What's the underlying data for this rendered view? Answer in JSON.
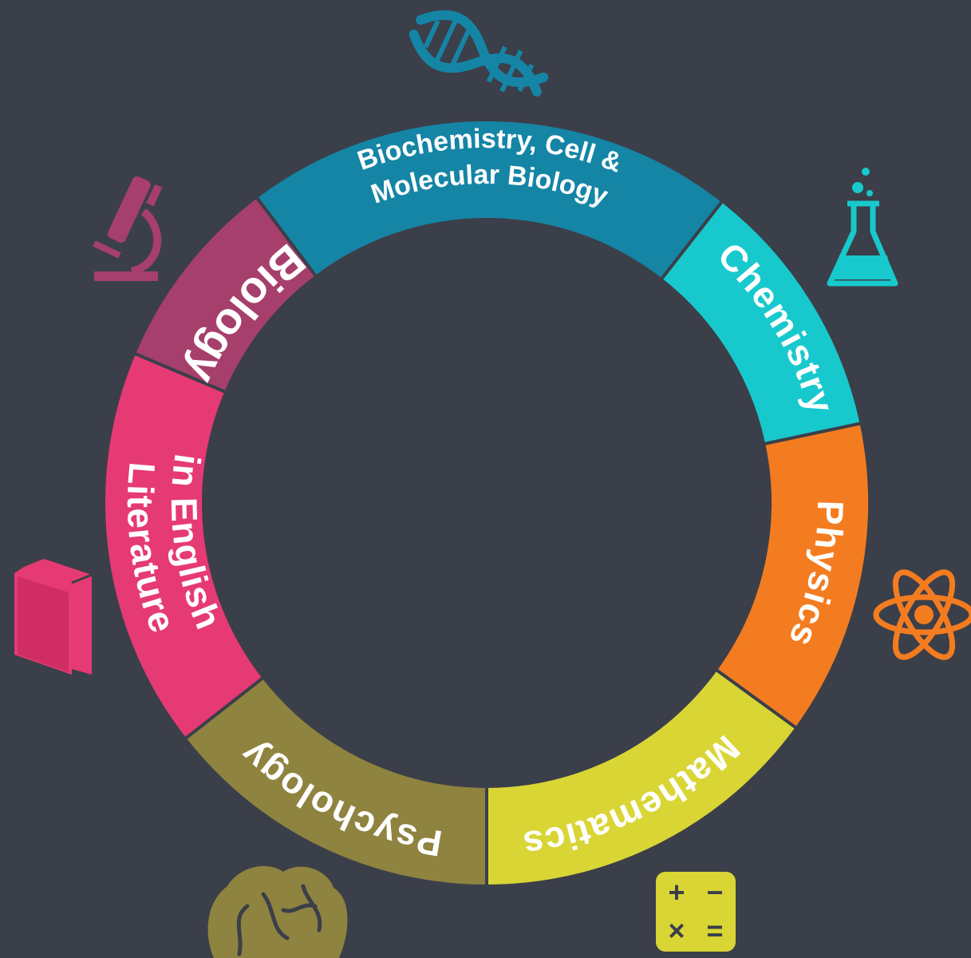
{
  "wheel": {
    "segments": [
      {
        "id": "biochem",
        "lines": [
          "Biochemistry, Cell &",
          "Molecular Biology"
        ],
        "color": "#1585a6"
      },
      {
        "id": "chemistry",
        "lines": [
          "Chemistry"
        ],
        "color": "#17c9cd"
      },
      {
        "id": "physics",
        "lines": [
          "Physics"
        ],
        "color": "#f47c20"
      },
      {
        "id": "mathematics",
        "lines": [
          "Mathematics"
        ],
        "color": "#d9d535"
      },
      {
        "id": "psychology",
        "lines": [
          "Psychology"
        ],
        "color": "#8f8340"
      },
      {
        "id": "literature",
        "lines": [
          "Literature",
          "in English"
        ],
        "color": "#e63a74"
      },
      {
        "id": "biology",
        "lines": [
          "Biology"
        ],
        "color": "#a63f6c"
      }
    ]
  },
  "icons": [
    {
      "name": "dna-icon",
      "color": "#1585a6"
    },
    {
      "name": "flask-icon",
      "color": "#17c9cd"
    },
    {
      "name": "atom-icon",
      "color": "#f47c20"
    },
    {
      "name": "calculator-icon",
      "color": "#d9d535"
    },
    {
      "name": "brain-icon",
      "color": "#8f8340"
    },
    {
      "name": "book-icon",
      "color": "#e63a74"
    },
    {
      "name": "microscope-icon",
      "color": "#a63f6c"
    }
  ],
  "background": "#3b3f49"
}
